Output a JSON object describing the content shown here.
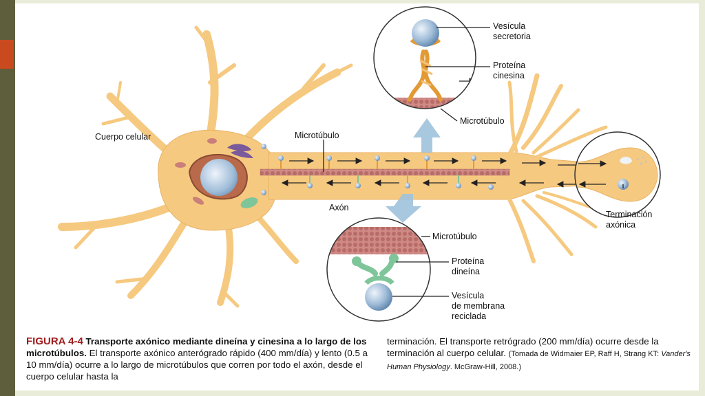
{
  "labels": {
    "cell_body": "Cuerpo celular",
    "microtubule_axon": "Microtúbulo",
    "axon": "Axón",
    "vesicle_line1": "Vesícula",
    "vesicle_line2": "secretoria",
    "kinesin_line1": "Proteína",
    "kinesin_line2": "cinesina",
    "microtubule_top": "Microtúbulo",
    "terminal_line1": "Terminación",
    "terminal_line2": "axónica",
    "microtubule_bottom": "Microtúbulo",
    "dynein_line1": "Proteína",
    "dynein_line2": "dineína",
    "recycled_line1": "Vesícula",
    "recycled_line2": "de membrana",
    "recycled_line3": "reciclada"
  },
  "caption": {
    "figure_label": "FIGURA 4-4",
    "title": "Transporte axónico mediante dineína y cinesina a lo largo de los microtúbulos.",
    "body_left": "El transporte axónico anterógrado rápido (400 mm/día) y lento (0.5 a 10 mm/día) ocurre a lo largo de microtúbulos que corren por todo el axón, desde el cuerpo celular hasta la",
    "body_right": "terminación. El transporte retrógrado (200 mm/día) ocurre desde la terminación al cuerpo celular.",
    "source_prefix": "(Tomada de Widmaier EP, Raff H, Strang KT: ",
    "source_title": "Vander's Human Physiology",
    "source_suffix": ". McGraw-Hill, 2008.)"
  },
  "colors": {
    "neuron": "#f6c980",
    "neuron_edge": "#e0a24e",
    "microtubule": "#c97f7a",
    "vesicle": "#9fbcd8",
    "kinesin": "#e39a35",
    "dynein": "#7fc59a",
    "nucleus": "#b86a4a"
  }
}
